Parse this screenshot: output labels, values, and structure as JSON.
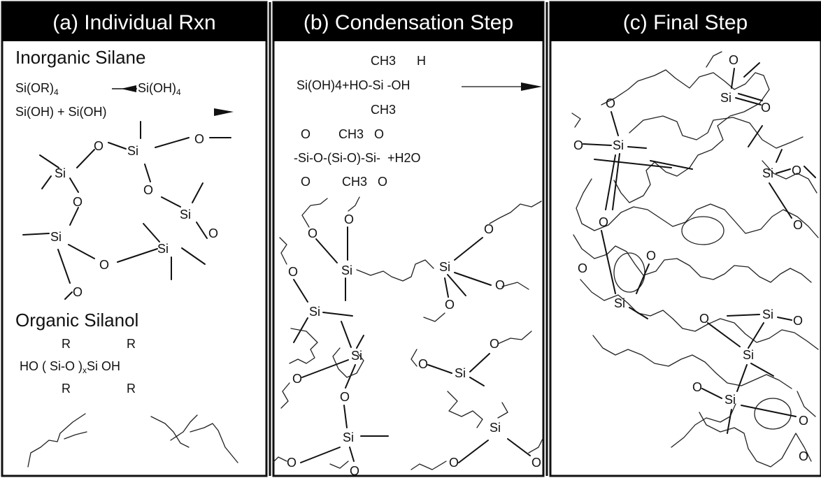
{
  "panel_a": {
    "title": "(a) Individual Rxn",
    "inorganic_heading": "Inorganic Silane",
    "eq1_left": "Si(OR)",
    "eq1_left_sub": "4",
    "eq1_right": "Si(OH)",
    "eq1_right_sub": "4",
    "eq2": "Si(OH) + Si(OH)",
    "organic_heading": "Organic Silanol",
    "silanol_top": "R                R",
    "silanol_mid_left": "HO ( Si-O )",
    "silanol_mid_sub": "x",
    "silanol_mid_right": "Si OH",
    "silanol_bottom": "R                R"
  },
  "panel_b": {
    "title": "(b) Condensation Step",
    "eq_top": "CH3      H",
    "eq_mid": "Si(OH)4+HO-Si -OH",
    "eq_bottom": "CH3",
    "prod_top": "O        CH3   O",
    "prod_mid": "-Si-O-(Si-O)-Si-  +H2O",
    "prod_bottom": "O         CH3   O"
  },
  "panel_c": {
    "title": "(c) Final Step"
  },
  "atoms": {
    "si": "Si",
    "o": "O"
  }
}
